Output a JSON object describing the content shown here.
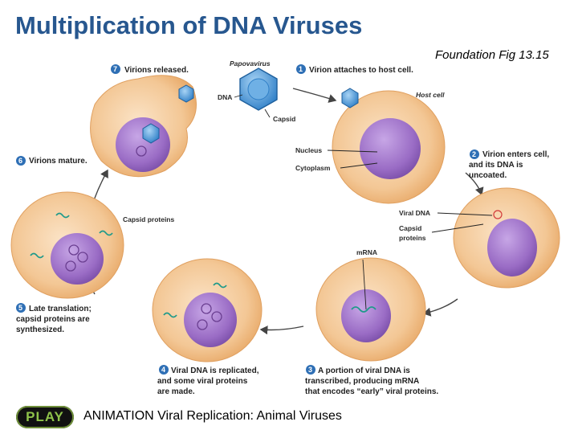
{
  "title": "Multiplication of DNA Viruses",
  "citation": "Foundation Fig 13.15",
  "steps": [
    {
      "num": "1",
      "lines": [
        "Virion attaches to host cell."
      ]
    },
    {
      "num": "2",
      "lines": [
        "Virion enters cell,",
        "and its DNA is",
        "uncoated."
      ]
    },
    {
      "num": "3",
      "lines": [
        "A portion of viral DNA is",
        "transcribed, producing mRNA",
        "that encodes “early” viral proteins."
      ]
    },
    {
      "num": "4",
      "lines": [
        "Viral DNA is replicated,",
        "and some viral proteins",
        "are made."
      ]
    },
    {
      "num": "5",
      "lines": [
        "Late translation;",
        "capsid proteins are",
        "synthesized."
      ]
    },
    {
      "num": "6",
      "lines": [
        "Virions mature."
      ]
    },
    {
      "num": "7",
      "lines": [
        "Virions released."
      ]
    }
  ],
  "labels": {
    "papovavirus": "Papovavirus",
    "dna": "DNA",
    "capsid": "Capsid",
    "host_cell": "Host cell",
    "nucleus": "Nucleus",
    "cytoplasm": "Cytoplasm",
    "viral_dna": "Viral DNA",
    "capsid_proteins_1": "Capsid",
    "capsid_proteins_2": "proteins",
    "mrna": "mRNA",
    "capsid_proteins_left": "Capsid proteins"
  },
  "play_label": "PLAY",
  "animation_link": "ANIMATION Viral Replication: Animal Viruses",
  "colors": {
    "title": "#27578f",
    "step_badge": "#2e6fb5",
    "cell_fill": "#f2c48d",
    "nucleus_fill": "#9b72c4",
    "viral_dna": "#1f9a8a",
    "arrow": "#444444"
  }
}
